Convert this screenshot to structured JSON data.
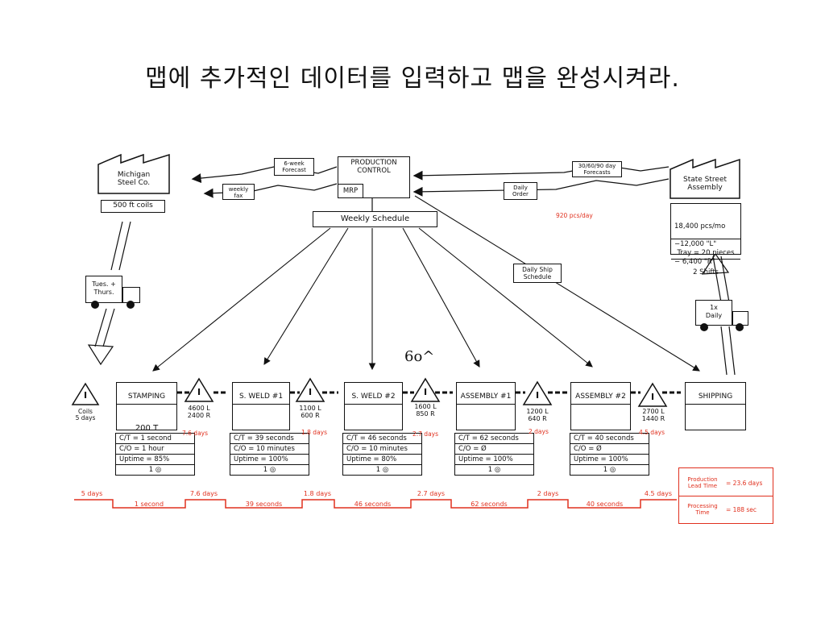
{
  "title": "맵에 추가적인 데이터를 입력하고 맵을 완성시켜라.",
  "supplier": {
    "name": "Michigan\nSteel Co.",
    "note": "500 ft coils",
    "delivery": "Tues. +\nThurs."
  },
  "customer": {
    "name": "State Street\nAssembly",
    "data": [
      "18,400 pcs/mo",
      "−12,000 \"L\"",
      "− 6,400 \"R\""
    ],
    "tray": "Tray = 20 pieces",
    "shifts": "2 Shifts",
    "delivery": "1x\nDaily",
    "demand": "920 pcs/day"
  },
  "control": {
    "title": "PRODUCTION\nCONTROL",
    "mrp": "MRP",
    "weekly": "Weekly Schedule",
    "forecast6": "6-week\nForecast",
    "weeklyFax": "weekly\nfax",
    "forecast306090": "30/60/90 day\nForecasts",
    "dailyOrder": "Daily\nOrder",
    "dailyShip": "Daily Ship\nSchedule"
  },
  "glasses": "6o^",
  "raw_inventory": {
    "label": "Coils\n5 days",
    "symbol": "I"
  },
  "processes": [
    {
      "name": "STAMPING",
      "mid": "200 T",
      "op": "◎1",
      "ct": "C/T = 1 second",
      "co": "C/O = 1 hour",
      "up": "Uptime = 85%",
      "shift": "1 ◎"
    },
    {
      "name": "S. WELD #1",
      "mid": "",
      "op": "◎1",
      "ct": "C/T = 39 seconds",
      "co": "C/O = 10 minutes",
      "up": "Uptime = 100%",
      "shift": "1 ◎"
    },
    {
      "name": "S. WELD #2",
      "mid": "",
      "op": "◎1",
      "ct": "C/T = 46 seconds",
      "co": "C/O = 10 minutes",
      "up": "Uptime = 80%",
      "shift": "1 ◎"
    },
    {
      "name": "ASSEMBLY #1",
      "mid": "",
      "op": "◎1",
      "ct": "C/T = 62 seconds",
      "co": "C/O = Ø",
      "up": "Uptime = 100%",
      "shift": "1 ◎"
    },
    {
      "name": "ASSEMBLY #2",
      "mid": "",
      "op": "◎1",
      "ct": "C/T = 40 seconds",
      "co": "C/O = Ø",
      "up": "Uptime = 100%",
      "shift": "1 ◎"
    },
    {
      "name": "SHIPPING",
      "mid": "",
      "op": ""
    }
  ],
  "inventories": [
    {
      "qty": "4600 L\n2400 R",
      "days": "7.6 days",
      "symbol": "I"
    },
    {
      "qty": "1100 L\n600 R",
      "days": "1.8 days",
      "symbol": "I"
    },
    {
      "qty": "1600 L\n850 R",
      "days": "2.7 days",
      "symbol": "I"
    },
    {
      "qty": "1200 L\n640 R",
      "days": "2 days",
      "symbol": "I"
    },
    {
      "qty": "2700 L\n1440 R",
      "days": "4.5 days",
      "symbol": "I"
    }
  ],
  "timeline": {
    "top": [
      "5 days",
      "7.6 days",
      "1.8 days",
      "2.7 days",
      "2 days",
      "4.5 days"
    ],
    "bottom": [
      "1 second",
      "39 seconds",
      "46 seconds",
      "62 seconds",
      "40 seconds"
    ]
  },
  "summary": {
    "lead_label": "Production\nLead Time",
    "lead_value": "= 23.6 days",
    "proc_label": "Processing\nTime",
    "proc_value": "= 188 sec"
  }
}
